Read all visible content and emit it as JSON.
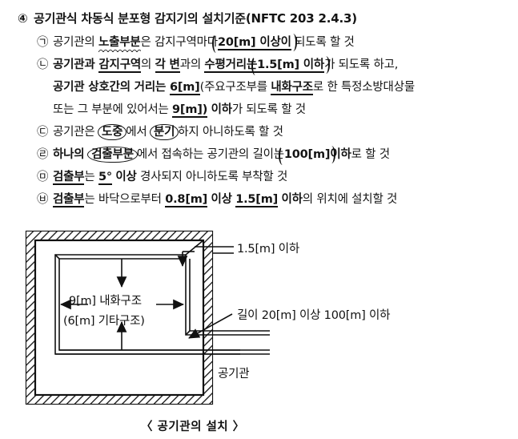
{
  "document": {
    "title_marker": "④",
    "title": "공기관식 차동식 분포형 감지기의 설치기준(NFTC 203 2.4.3)",
    "items": [
      {
        "marker": "㉠",
        "segments": [
          {
            "text": "공기관의 ",
            "style": "plain"
          },
          {
            "text": "노출부분",
            "style": "hw-squiggle"
          },
          {
            "text": "은 감지구역마다",
            "style": "plain"
          },
          {
            "text": "20[m] 이상이",
            "style": "hw-bracket"
          },
          {
            "text": " 되도록 할 것",
            "style": "plain"
          }
        ],
        "plain_text": "공기관의 노출부분은 감지구역마다 20[m] 이상이 되도록 할 것"
      },
      {
        "marker": "㉡",
        "segments": [
          {
            "text": "공기관과 ",
            "style": "bold"
          },
          {
            "text": "감지구역",
            "style": "hw-underline"
          },
          {
            "text": "의 ",
            "style": "plain"
          },
          {
            "text": "각 변",
            "style": "hw-underline"
          },
          {
            "text": "과의 ",
            "style": "plain"
          },
          {
            "text": "수평거리는",
            "style": "hw-underline"
          },
          {
            "text": "1.5[m] 이하",
            "style": "hw-bracket"
          },
          {
            "text": "가 되도록 하고,",
            "style": "plain"
          }
        ],
        "plain_text": "공기관과 감지구역의 각 변과의 수평거리는 1.5[m] 이하가 되도록 하고,"
      },
      {
        "marker": "",
        "segments": [
          {
            "text": "공기관 상호간의 거리는 ",
            "style": "bold"
          },
          {
            "text": "6[m]",
            "style": "hw-underline"
          },
          {
            "text": "(주요구조부를 ",
            "style": "plain"
          },
          {
            "text": "내화구조",
            "style": "hw-underline"
          },
          {
            "text": "로 한 특정소방대상물",
            "style": "plain"
          }
        ],
        "plain_text": "공기관 상호간의 거리는 6[m](주요구조부를 내화구조로 한 특정소방대상물"
      },
      {
        "marker": "",
        "segments": [
          {
            "text": "또는 그 부분에 있어서는 ",
            "style": "plain"
          },
          {
            "text": "9[m])",
            "style": "hw-underline"
          },
          {
            "text": " 이하",
            "style": "bold"
          },
          {
            "text": "가 되도록 할 것",
            "style": "plain"
          }
        ],
        "plain_text": "또는 그 부분에 있어서는 9[m]) 이하가 되도록 할 것"
      },
      {
        "marker": "㉢",
        "segments": [
          {
            "text": "공기관은 ",
            "style": "plain"
          },
          {
            "text": "도중",
            "style": "hw-circle"
          },
          {
            "text": "에서 ",
            "style": "plain"
          },
          {
            "text": "분기",
            "style": "hw-circle"
          },
          {
            "text": "하지 아니하도록 할 것",
            "style": "plain"
          }
        ],
        "plain_text": "공기관은 도중에서 분기하지 아니하도록 할 것"
      },
      {
        "marker": "㉣",
        "segments": [
          {
            "text": "하나의 ",
            "style": "bold"
          },
          {
            "text": "검출부분",
            "style": "hw-circle"
          },
          {
            "text": "에서 접속하는 공기관의 길이는",
            "style": "plain"
          },
          {
            "text": "100[m]",
            "style": "hw-bracket"
          },
          {
            "text": "이하",
            "style": "bold"
          },
          {
            "text": "로 할 것",
            "style": "plain"
          }
        ],
        "plain_text": "하나의 검출부분에서 접속하는 공기관의 길이는 100[m] 이하로 할 것"
      },
      {
        "marker": "㉤",
        "segments": [
          {
            "text": "검출부",
            "style": "hw-underline"
          },
          {
            "text": "는 ",
            "style": "plain"
          },
          {
            "text": "5°",
            "style": "hw-underline"
          },
          {
            "text": " 이상",
            "style": "bold"
          },
          {
            "text": " 경사되지 아니하도록 부착할 것",
            "style": "plain"
          }
        ],
        "plain_text": "검출부는 5° 이상 경사되지 아니하도록 부착할 것"
      },
      {
        "marker": "㉥",
        "segments": [
          {
            "text": "검출부",
            "style": "hw-underline"
          },
          {
            "text": "는 바닥으로부터 ",
            "style": "plain"
          },
          {
            "text": "0.8[m]",
            "style": "hw-underline"
          },
          {
            "text": " 이상",
            "style": "bold"
          },
          {
            "text": " ",
            "style": "plain"
          },
          {
            "text": "1.5[m]",
            "style": "hw-underline"
          },
          {
            "text": " 이하",
            "style": "bold"
          },
          {
            "text": "의 위치에 설치할 것",
            "style": "plain"
          }
        ],
        "plain_text": "검출부는 바닥으로부터 0.8[m] 이상 1.5[m] 이하의 위치에 설치할 것"
      }
    ]
  },
  "figure": {
    "caption": "〈 공기관의 설치 〉",
    "labels": {
      "horizontal_clearance": "1.5[m] 이하",
      "tube_length": "길이 20[m] 이상 100[m] 이하",
      "air_tube": "공기관",
      "inner_dimension_line1": "9[m] 내화구조",
      "inner_dimension_line2": "(6[m] 기타구조)"
    }
  }
}
